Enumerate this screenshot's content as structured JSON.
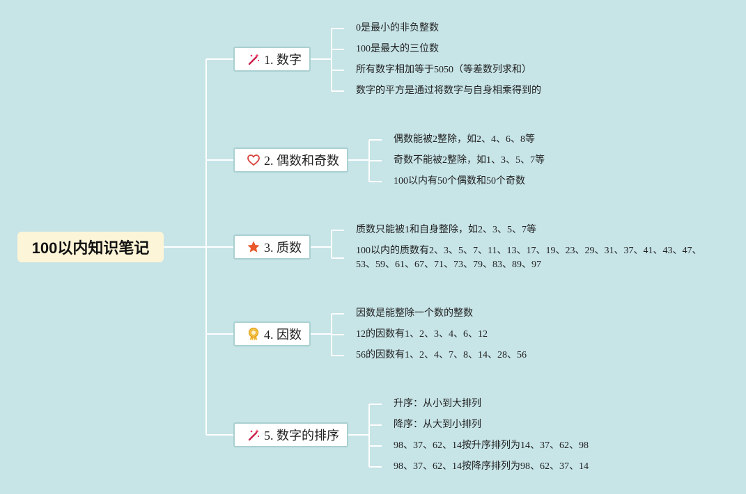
{
  "root": {
    "title": "100以内知识笔记"
  },
  "branches": [
    {
      "label": "1. 数字",
      "icon": "magic-wand-icon",
      "items": [
        "0是最小的非负整数",
        "100是最大的三位数",
        "所有数字相加等于5050（等差数列求和）",
        "数字的平方是通过将数字与自身相乘得到的"
      ]
    },
    {
      "label": "2. 偶数和奇数",
      "icon": "heart-icon",
      "items": [
        "偶数能被2整除，如2、4、6、8等",
        "奇数不能被2整除，如1、3、5、7等",
        "100以内有50个偶数和50个奇数"
      ]
    },
    {
      "label": "3. 质数",
      "icon": "star-icon",
      "items": [
        "质数只能被1和自身整除，如2、3、5、7等",
        "100以内的质数有2、3、5、7、11、13、17、19、23、29、31、37、41、43、47、",
        "53、59、61、67、71、73、79、83、89、97"
      ]
    },
    {
      "label": "4. 因数",
      "icon": "medal-icon",
      "items": [
        "因数是能整除一个数的整数",
        "12的因数有1、2、3、4、6、12",
        "56的因数有1、2、4、7、8、14、28、56"
      ]
    },
    {
      "label": "5. 数字的排序",
      "icon": "magic-wand-icon",
      "items": [
        "升序：从小到大排列",
        "降序：从大到小排列",
        "98、37、62、14按升序排列为14、37、62、98",
        "98、37、62、14按降序排列为98、62、37、14"
      ]
    }
  ],
  "colors": {
    "background": "#c7e4e7",
    "root_fill": "#fdf5d8",
    "branch_border": "#a9d0d1",
    "line": "#ffffff"
  }
}
